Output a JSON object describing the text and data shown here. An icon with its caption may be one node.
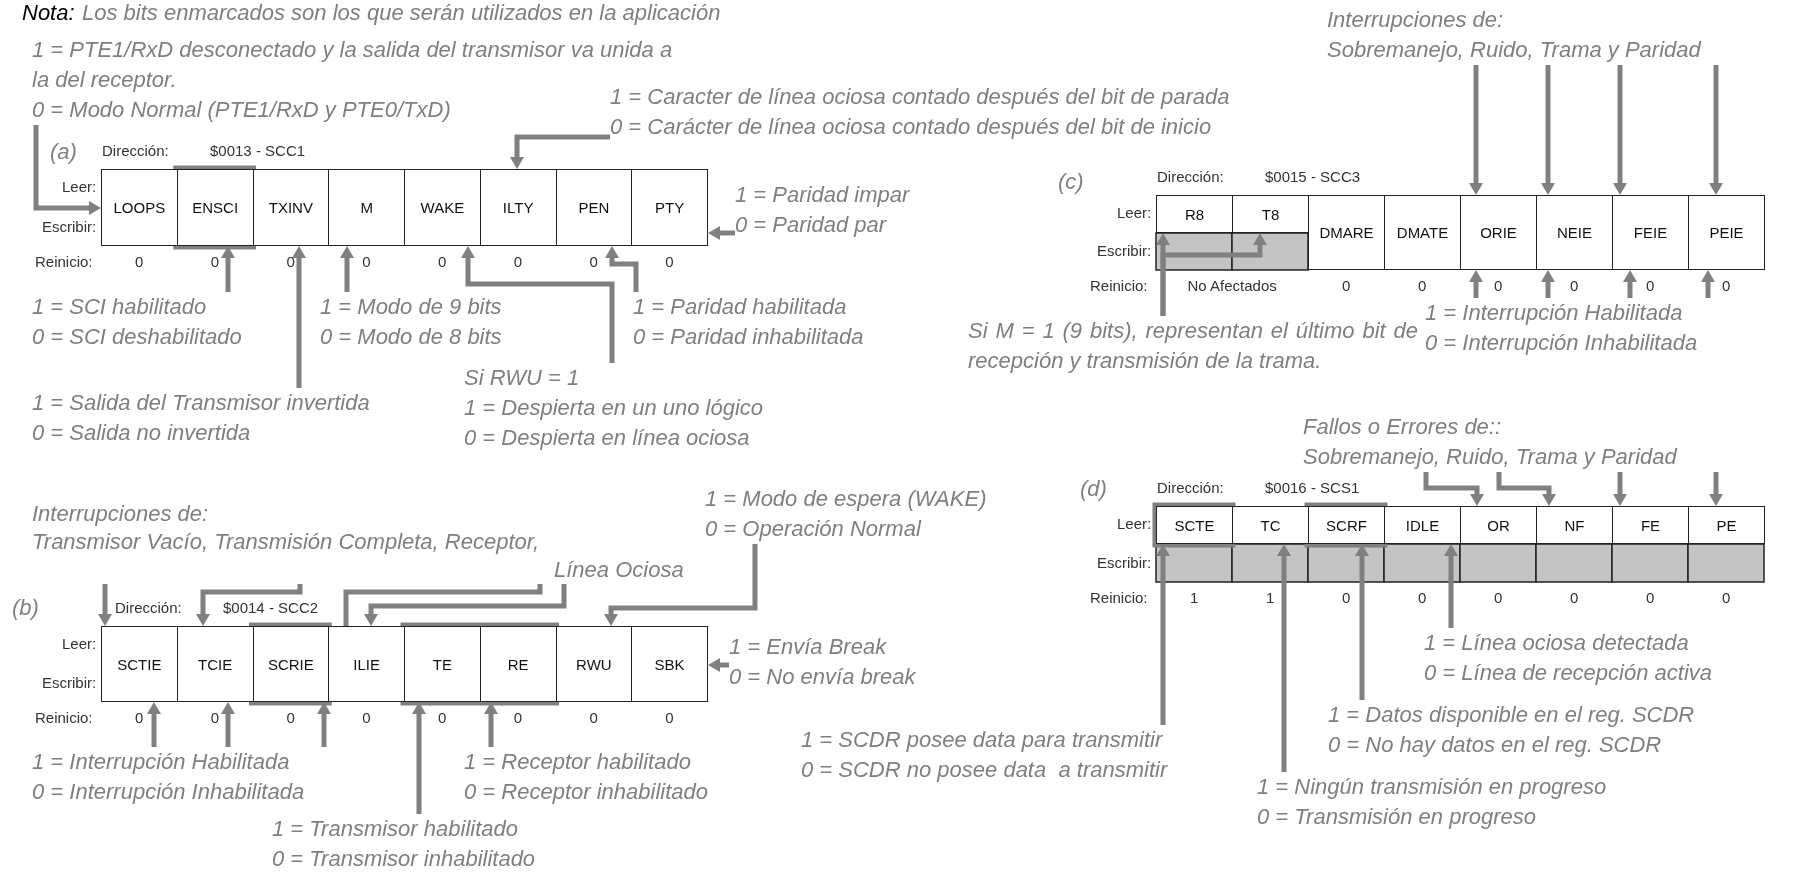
{
  "diagram": {
    "nodes": [
      {
        "text": [
          "1 = PTE1/RxD desconectado y la salida del transmisor va unida a la del receptor.",
          "0 = Modo Normal (PTE1/RxD y PTE0/TxD)"
        ]
      },
      {
        "text": [
          "1 = Caracter de línea ociosa contado después del bit de parada",
          "0 = Carácter de línea ociosa contado después del bit de inicio"
        ]
      },
      {
        "text": [
          "LOOPS"
        ]
      },
      {
        "text": [
          "ENSCI"
        ]
      },
      {
        "text": [
          "TXINV"
        ]
      },
      {
        "text": [
          "M"
        ]
      },
      {
        "text": [
          "WAKE"
        ]
      },
      {
        "text": [
          "ILTY"
        ]
      },
      {
        "text": [
          "PEN"
        ]
      },
      {
        "text": [
          "PTY"
        ]
      },
      {
        "text": [
          "1 = Paridad impar",
          "0 = Paridad par"
        ]
      },
      {
        "text": [
          "1 = SCI habilitado",
          "0 = SCI deshabilitado"
        ]
      },
      {
        "text": [
          "1 = Modo de 9 bits",
          "0 = Modo de 8 bits"
        ]
      },
      {
        "text": [
          "1 = Paridad habilitada",
          "0 = Paridad inhabilitada"
        ]
      },
      {
        "text": [
          "1 = Salida del Transmisor invertida",
          "0 = Salida no invertida"
        ]
      },
      {
        "text": [
          "Si RWU = 1",
          "1 = Despierta en un uno lógico",
          "0 = Despierta en línea ociosa"
        ]
      },
      {
        "text": [
          "Interrupciones de:",
          "Sobremanejo, Ruido, Trama y Paridad"
        ]
      },
      {
        "text": [
          "R8"
        ]
      },
      {
        "text": [
          "T8"
        ]
      },
      {
        "text": [
          "DMARE"
        ]
      },
      {
        "text": [
          "DMATE"
        ]
      },
      {
        "text": [
          "ORIE"
        ]
      },
      {
        "text": [
          "NEIE"
        ]
      },
      {
        "text": [
          "FEIE"
        ]
      },
      {
        "text": [
          "PEIE"
        ]
      },
      {
        "text": [
          "Si M = 1 (9 bits), representan el último bit de recepción y transmisión de la trama."
        ]
      },
      {
        "text": [
          "1 = Interrupción Habilitada",
          "0 = Interrupción Inhabilitada"
        ]
      },
      {
        "text": [
          "1 = Modo de espera (WAKE)",
          "0 = Operación Normal"
        ]
      },
      {
        "text": [
          "Interrupciones de:",
          "Transmisor Vacío, Transmisión Completa, Receptor,",
          "Línea Ociosa"
        ]
      },
      {
        "text": [
          "SCTIE"
        ]
      },
      {
        "text": [
          "TCIE"
        ]
      },
      {
        "text": [
          "SCRIE"
        ]
      },
      {
        "text": [
          "ILIE"
        ]
      },
      {
        "text": [
          "TE"
        ]
      },
      {
        "text": [
          "RE"
        ]
      },
      {
        "text": [
          "RWU"
        ]
      },
      {
        "text": [
          "SBK"
        ]
      },
      {
        "text": [
          "1 = Envía Break",
          "0 = No envía break"
        ]
      },
      {
        "text": [
          "1 = Interrupción Habilitada",
          "0 = Interrupción Inhabilitada"
        ]
      },
      {
        "text": [
          "1 = Receptor habilitado",
          "0 = Receptor inhabilitado"
        ]
      },
      {
        "text": [
          "1 = Transmisor habilitado",
          "0 = Transmisor inhabilitado"
        ]
      },
      {
        "text": [
          "Fallos o Errores de::",
          "Sobremanejo, Ruido, Trama y Paridad"
        ]
      },
      {
        "text": [
          "SCTE"
        ]
      },
      {
        "text": [
          "TC"
        ]
      },
      {
        "text": [
          "SCRF"
        ]
      },
      {
        "text": [
          "IDLE"
        ]
      },
      {
        "text": [
          "OR"
        ]
      },
      {
        "text": [
          "NF"
        ]
      },
      {
        "text": [
          "FE"
        ]
      },
      {
        "text": [
          "PE"
        ]
      },
      {
        "text": [
          "1 = Línea ociosa detectada",
          "0 = Línea de recepción activa"
        ]
      },
      {
        "text": [
          "1 = Datos disponible en el reg. SCDR",
          "0 = No hay datos en el reg. SCDR"
        ]
      },
      {
        "text": [
          "1 = SCDR posee data para transmitir",
          "0 = SCDR no posee data  a transmitir"
        ]
      },
      {
        "text": [
          "1 = Ningún transmisión en progreso",
          "0 = Transmisión en progreso"
        ]
      }
    ],
    "edges": [
      {
        "from": 0,
        "to": 2,
        "arrow": "to"
      },
      {
        "from": 1,
        "to": 7,
        "arrow": "to"
      },
      {
        "from": 10,
        "to": 9,
        "arrow": "to"
      },
      {
        "from": 11,
        "to": 3,
        "arrow": "to"
      },
      {
        "from": 14,
        "to": 4,
        "arrow": "to"
      },
      {
        "from": 12,
        "to": 5,
        "arrow": "to"
      },
      {
        "from": 15,
        "to": 6,
        "arrow": "to"
      },
      {
        "from": 13,
        "to": 8,
        "arrow": "to"
      },
      {
        "from": 16,
        "to": 21,
        "arrow": "to"
      },
      {
        "from": 16,
        "to": 22,
        "arrow": "to"
      },
      {
        "from": 16,
        "to": 23,
        "arrow": "to"
      },
      {
        "from": 16,
        "to": 24,
        "arrow": "to"
      },
      {
        "from": 25,
        "to": 17,
        "arrow": "to"
      },
      {
        "from": 25,
        "to": 18,
        "arrow": "to"
      },
      {
        "from": 26,
        "to": 21,
        "arrow": "to"
      },
      {
        "from": 26,
        "to": 22,
        "arrow": "to"
      },
      {
        "from": 26,
        "to": 23,
        "arrow": "to"
      },
      {
        "from": 26,
        "to": 24,
        "arrow": "to"
      },
      {
        "from": 27,
        "to": 35,
        "arrow": "to"
      },
      {
        "from": 28,
        "to": 29,
        "arrow": "to"
      },
      {
        "from": 28,
        "to": 30,
        "arrow": "to"
      },
      {
        "from": 28,
        "to": 31,
        "arrow": "to"
      },
      {
        "from": 28,
        "to": 32,
        "arrow": "to"
      },
      {
        "from": 37,
        "to": 36,
        "arrow": "to"
      },
      {
        "from": 38,
        "to": 29,
        "arrow": "to"
      },
      {
        "from": 38,
        "to": 30,
        "arrow": "to"
      },
      {
        "from": 38,
        "to": 31,
        "arrow": "to"
      },
      {
        "from": 40,
        "to": 33,
        "arrow": "to"
      },
      {
        "from": 39,
        "to": 34,
        "arrow": "to"
      },
      {
        "from": 41,
        "to": 46,
        "arrow": "to"
      },
      {
        "from": 41,
        "to": 47,
        "arrow": "to"
      },
      {
        "from": 41,
        "to": 48,
        "arrow": "to"
      },
      {
        "from": 41,
        "to": 49,
        "arrow": "to"
      },
      {
        "from": 50,
        "to": 45,
        "arrow": "to"
      },
      {
        "from": 51,
        "to": 44,
        "arrow": "to"
      },
      {
        "from": 52,
        "to": 42,
        "arrow": "to"
      },
      {
        "from": 53,
        "to": 43,
        "arrow": "to"
      }
    ],
    "labels": [
      "Nota:",
      "Los bits enmarcados son los que serán utilizados en la aplicación",
      "(a)",
      "Dirección:",
      "$0013 - SCC1",
      "Leer:",
      "Escribir:",
      "Reinicio:",
      "0",
      "0",
      "0",
      "0",
      "0",
      "0",
      "0",
      "0",
      "(c)",
      "Dirección:",
      "$0015 - SCC3",
      "Leer:",
      "Escribir:",
      "Reinicio:",
      "No Afectados",
      "0",
      "0",
      "0",
      "0",
      "0",
      "0",
      "(b)",
      "Dirección:",
      "$0014 - SCC2",
      "Leer:",
      "Escribir:",
      "Reinicio:",
      "0",
      "0",
      "0",
      "0",
      "0",
      "0",
      "0",
      "0",
      "(d)",
      "Dirección:",
      "$0016 - SCS1",
      "Leer:",
      "Escribir:",
      "Reinicio:",
      "1",
      "1",
      "0",
      "0",
      "0",
      "0",
      "0",
      "0"
    ]
  }
}
